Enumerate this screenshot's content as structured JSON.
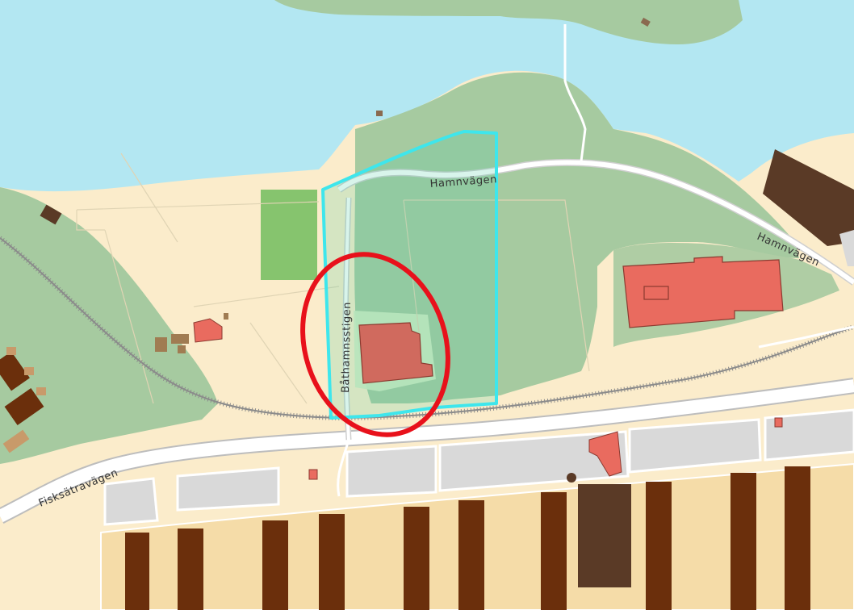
{
  "map": {
    "streets": {
      "hamnvagen": "Hamnvägen",
      "bathamnsstigen": "Båthamnsstigen",
      "fisksatravagen": "Fisksätravägen"
    },
    "colors": {
      "water": "#b3e7f2",
      "land": "#fbeccb",
      "forest": "#a6caa0",
      "field": "#86c46e",
      "building_red": "#e96b5f",
      "building_brown": "#6b2f0c",
      "parking": "#d9d9d9",
      "road": "#ffffff",
      "boundary": "#3ee6ec",
      "marker": "#e8111b"
    },
    "features": {
      "boundary": "cyan-boundary-polygon",
      "highlight": "red-circle-marker"
    }
  }
}
